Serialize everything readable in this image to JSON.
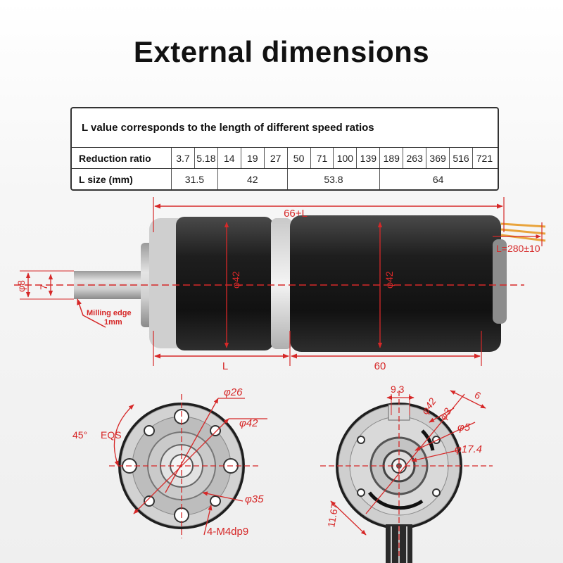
{
  "title": "External dimensions",
  "table": {
    "caption": "L value corresponds to the length of different speed ratios",
    "ratio_label": "Reduction ratio",
    "ratios": [
      "3.7",
      "5.18",
      "14",
      "19",
      "27",
      "50",
      "71",
      "100",
      "139",
      "189",
      "263",
      "369",
      "516",
      "721"
    ],
    "lsize_label": "L size (mm)",
    "lsize_groups": [
      {
        "value": "31.5",
        "span": 2
      },
      {
        "value": "42",
        "span": 3
      },
      {
        "value": "53.8",
        "span": 4
      },
      {
        "value": "64",
        "span": 5
      }
    ]
  },
  "side_view": {
    "overall_length": "66+L",
    "lead_length": "L=280±10",
    "shaft_dia": "φ8",
    "flat": "7",
    "body_dia_gear": "φ42",
    "body_dia_motor": "φ42",
    "gear_length": "L",
    "motor_length": "60",
    "milling_note_1": "Milling edge",
    "milling_note_2": "1mm"
  },
  "front_view": {
    "pcd": "φ26",
    "outer": "φ42",
    "angle": "45°",
    "eqs": "EQS",
    "hole_circle": "φ35",
    "holes": "4-M4dp9"
  },
  "rear_view": {
    "width": "9.3",
    "outer": "φ42",
    "d3": "φ3",
    "d5": "φ5",
    "d17": "φ17.4",
    "six": "6",
    "offset": "11.67"
  },
  "colors": {
    "dimension": "#d62828",
    "motor_body": "#1c1c1c",
    "metal": "#b8b8b8"
  }
}
